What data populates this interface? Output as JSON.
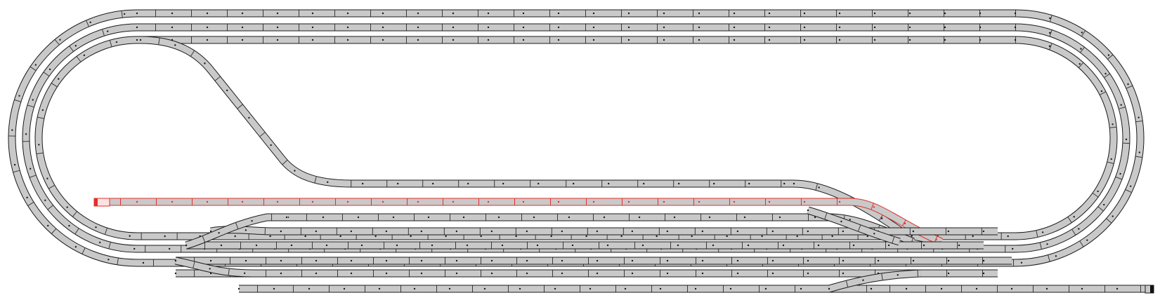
{
  "layout": {
    "track_color": "#c9c9c9",
    "track_edge_color": "#1a1a1a",
    "selected_color": "#e0302b",
    "end_stop_color": "#111111"
  },
  "tracks": [
    {
      "name": "track-outer-loop",
      "selected": false
    },
    {
      "name": "track-middle-loop",
      "selected": false
    },
    {
      "name": "track-inner-loop",
      "selected": false
    },
    {
      "name": "track-s-curve-connector",
      "selected": false
    },
    {
      "name": "track-upper-siding",
      "selected": false
    },
    {
      "name": "track-selected-spur",
      "selected": true
    },
    {
      "name": "track-yard-1",
      "selected": false
    },
    {
      "name": "track-yard-2",
      "selected": false
    },
    {
      "name": "track-yard-3",
      "selected": false
    },
    {
      "name": "track-yard-4",
      "selected": false
    },
    {
      "name": "track-yard-5",
      "selected": false
    },
    {
      "name": "track-yard-6",
      "selected": false
    },
    {
      "name": "track-yard-7",
      "selected": false
    }
  ],
  "switches": [
    {
      "name": "turnout-left-yard",
      "selected": false
    },
    {
      "name": "turnout-right-yard",
      "selected": false
    },
    {
      "name": "turnout-bottom-left",
      "selected": false
    },
    {
      "name": "turnout-bottom-right",
      "selected": false
    }
  ],
  "buffers": [
    {
      "name": "buffer-stop-selected-spur",
      "selected": true
    },
    {
      "name": "buffer-stop-bottom-right",
      "selected": false
    }
  ]
}
